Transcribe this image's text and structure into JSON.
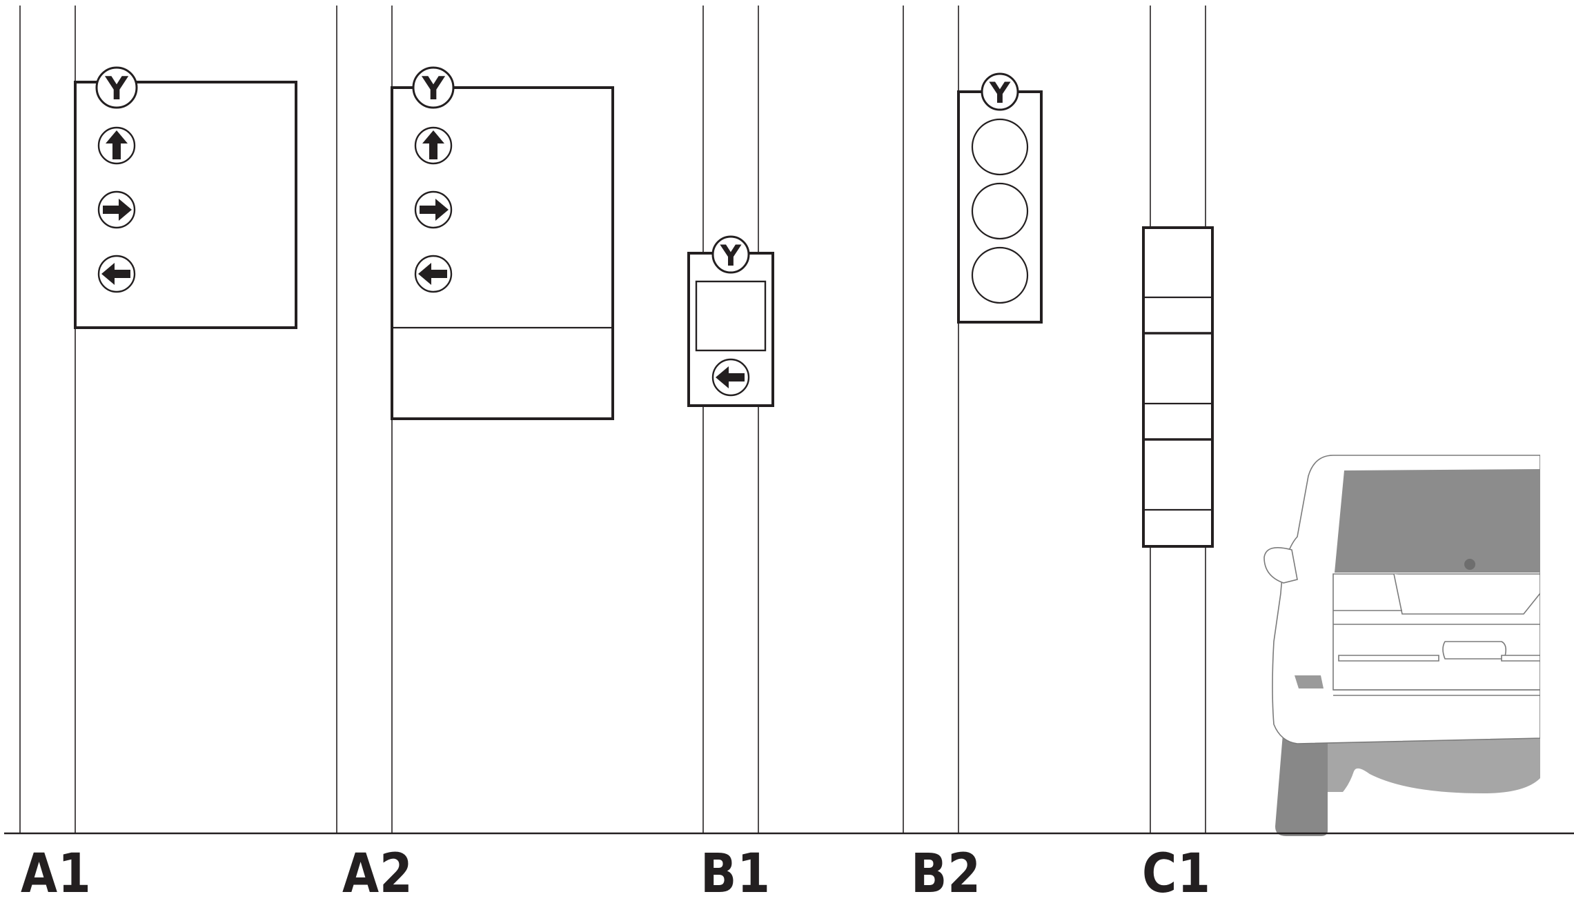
{
  "units": [
    {
      "id": "A1",
      "label": "A1",
      "type": "panel",
      "badge": "Y",
      "arrows": [
        "up",
        "right",
        "left"
      ]
    },
    {
      "id": "A2",
      "label": "A2",
      "type": "panel-with-lower-section",
      "badge": "Y",
      "arrows": [
        "up",
        "right",
        "left"
      ]
    },
    {
      "id": "B1",
      "label": "B1",
      "type": "small-signal",
      "badge": "Y",
      "arrows": [
        "left"
      ]
    },
    {
      "id": "B2",
      "label": "B2",
      "type": "three-lamp-signal",
      "badge": "Y",
      "lamps": 3
    },
    {
      "id": "C1",
      "label": "C1",
      "type": "segmented-column",
      "segments": 6
    }
  ],
  "badge_icon": "y-badge-icon",
  "arrow_icons": {
    "up": "arrow-up-icon",
    "right": "arrow-right-icon",
    "left": "arrow-left-icon"
  },
  "colors": {
    "ink": "#231f20",
    "car_body": "#ffffff",
    "car_window": "#8c8c8c",
    "car_tire": "#888888",
    "car_shadow": "#a6a6a6"
  }
}
